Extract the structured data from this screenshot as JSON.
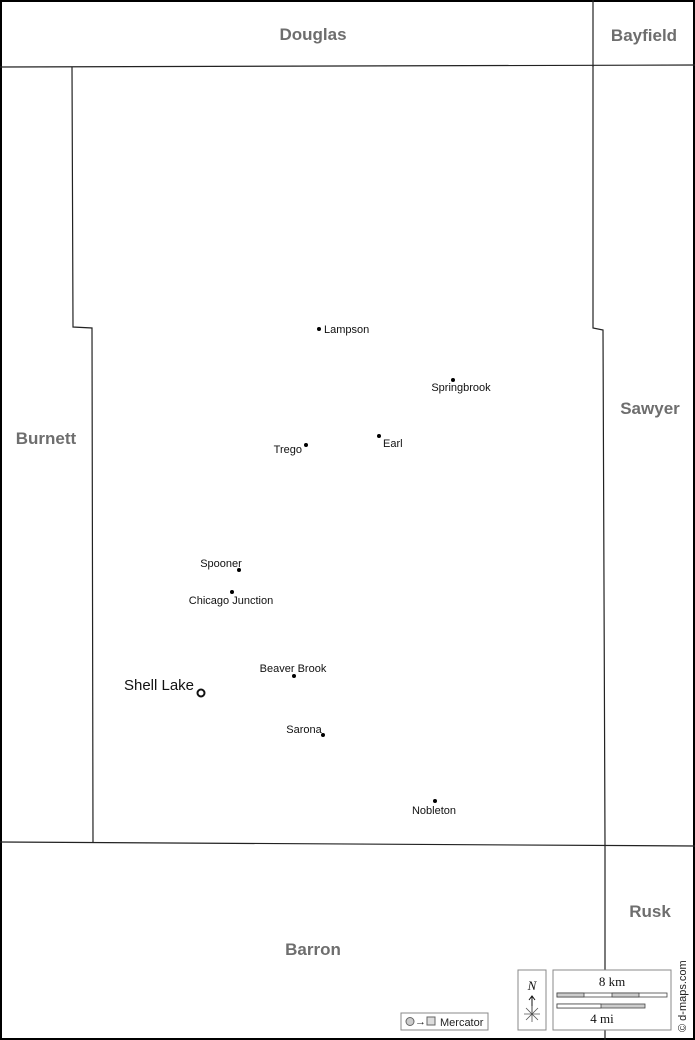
{
  "counties": {
    "douglas": "Douglas",
    "bayfield": "Bayfield",
    "burnett": "Burnett",
    "sawyer": "Sawyer",
    "rusk": "Rusk",
    "barron": "Barron"
  },
  "towns": {
    "lampson": "Lampson",
    "springbrook": "Springbrook",
    "earl": "Earl",
    "trego": "Trego",
    "spooner": "Spooner",
    "chicago_junction": "Chicago Junction",
    "beaver_brook": "Beaver Brook",
    "shell_lake": "Shell Lake",
    "sarona": "Sarona",
    "nobleton": "Nobleton"
  },
  "legend": {
    "projection": "Mercator",
    "north": "N",
    "scale_km": "8 km",
    "scale_mi": "4 mi",
    "credit": "© d-maps.com"
  }
}
